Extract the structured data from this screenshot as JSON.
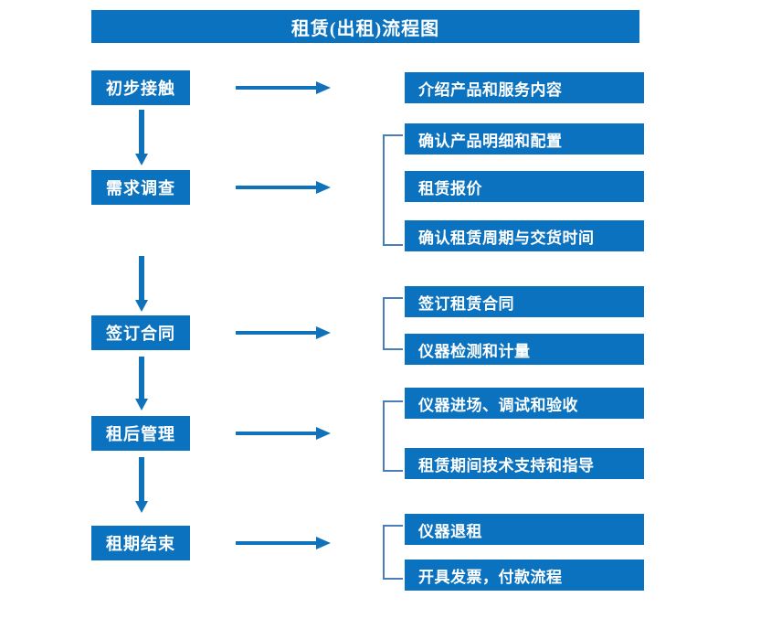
{
  "diagram": {
    "title": "租赁(出租)流程图",
    "colors": {
      "box_blue": "#0b72c0",
      "arrow_blue": "#0f72bb",
      "bracket_blue": "#4a7ebb",
      "text_white": "#ffffff",
      "background": "#ffffff"
    },
    "stages": [
      {
        "label": "初步接触",
        "details": [
          "介绍产品和服务内容"
        ]
      },
      {
        "label": "需求调查",
        "details": [
          "确认产品明细和配置",
          "租赁报价",
          "确认租赁周期与交货时间"
        ]
      },
      {
        "label": "签订合同",
        "details": [
          "签订租赁合同",
          "仪器检测和计量"
        ]
      },
      {
        "label": "租后管理",
        "details": [
          "仪器进场、调试和验收",
          "租赁期间技术支持和指导"
        ]
      },
      {
        "label": "租期结束",
        "details": [
          "仪器退租",
          "开具发票，付款流程"
        ]
      }
    ]
  }
}
